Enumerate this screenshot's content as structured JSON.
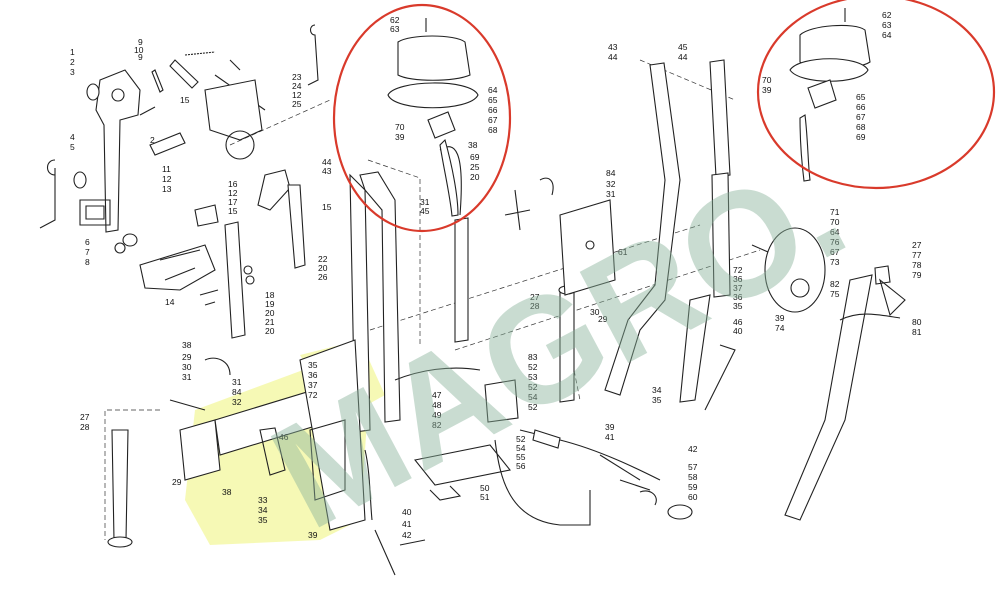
{
  "watermark": {
    "text": "MAGRO.",
    "color": "#8ab39b"
  },
  "highlight_color": "#f4f7a2",
  "circle_color": "#d93a2b",
  "callouts": {
    "left_column": [
      "1",
      "2",
      "3",
      "4",
      "5",
      "6",
      "7",
      "8"
    ],
    "top_left": [
      "9",
      "10",
      "9",
      "15",
      "23",
      "24",
      "12",
      "25",
      "2",
      "11",
      "12",
      "13",
      "16",
      "12",
      "17",
      "15",
      "15",
      "14",
      "18",
      "19",
      "20",
      "21",
      "20",
      "22",
      "20",
      "26",
      "20"
    ],
    "top_center": [
      "62",
      "63",
      "64",
      "65",
      "66",
      "67",
      "68",
      "70",
      "39",
      "38",
      "69",
      "25",
      "20",
      "31",
      "45",
      "44",
      "43",
      "44"
    ],
    "center": [
      "84",
      "32",
      "31",
      "61",
      "27",
      "28",
      "29",
      "30",
      "83",
      "52",
      "53",
      "52",
      "54",
      "52",
      "47",
      "48",
      "49",
      "82",
      "52",
      "54",
      "55",
      "56",
      "50",
      "51"
    ],
    "bottom_left": [
      "38",
      "29",
      "30",
      "31",
      "31",
      "84",
      "32",
      "35",
      "36",
      "37",
      "72",
      "46",
      "27",
      "28",
      "29",
      "38",
      "33",
      "34",
      "35",
      "39",
      "40",
      "41",
      "42"
    ],
    "right_center": [
      "43",
      "44",
      "45",
      "44",
      "72",
      "36",
      "37",
      "36",
      "35",
      "46",
      "40",
      "34",
      "35",
      "39",
      "41",
      "42",
      "57",
      "58",
      "59",
      "60"
    ],
    "top_right": [
      "62",
      "63",
      "64",
      "70",
      "39",
      "65",
      "66",
      "67",
      "68",
      "69"
    ],
    "right": [
      "71",
      "70",
      "64",
      "76",
      "67",
      "73",
      "82",
      "75",
      "39",
      "74",
      "27",
      "77",
      "78",
      "79",
      "80",
      "81"
    ]
  }
}
